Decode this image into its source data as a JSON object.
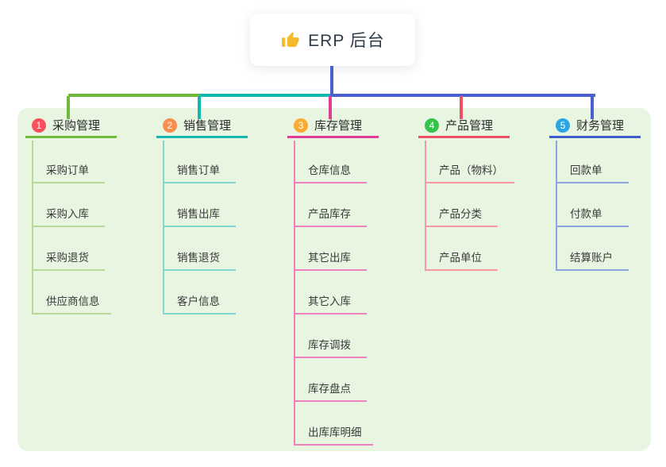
{
  "root": {
    "label": "ERP 后台",
    "icon": "thumbs-up-icon",
    "icon_color": "#f5b92e",
    "connector_color": "#4a5fd0"
  },
  "panel": {
    "background": "#e8f5e1"
  },
  "branches": [
    {
      "number": "1",
      "label": "采购管理",
      "badge_color": "#f8525f",
      "line_color": "#72b83c",
      "child_line_color": "#b5da98",
      "children": [
        "采购订单",
        "采购入库",
        "采购退货",
        "供应商信息"
      ]
    },
    {
      "number": "2",
      "label": "销售管理",
      "badge_color": "#f98e4f",
      "line_color": "#14b8b1",
      "child_line_color": "#84d6d0",
      "children": [
        "销售订单",
        "销售出库",
        "销售退货",
        "客户信息"
      ]
    },
    {
      "number": "3",
      "label": "库存管理",
      "badge_color": "#fbab32",
      "line_color": "#e03d96",
      "child_line_color": "#f07fc0",
      "children": [
        "仓库信息",
        "产品库存",
        "其它出库",
        "其它入库",
        "库存调拨",
        "库存盘点",
        "出库库明细"
      ]
    },
    {
      "number": "4",
      "label": "产品管理",
      "badge_color": "#35c24d",
      "line_color": "#f05063",
      "child_line_color": "#f79a9e",
      "children": [
        "产品（物料）",
        "产品分类",
        "产品单位"
      ]
    },
    {
      "number": "5",
      "label": "财务管理",
      "badge_color": "#2aa7e2",
      "line_color": "#3f5bc9",
      "child_line_color": "#8fa3e2",
      "children": [
        "回款单",
        "付款单",
        "结算账户"
      ]
    }
  ]
}
